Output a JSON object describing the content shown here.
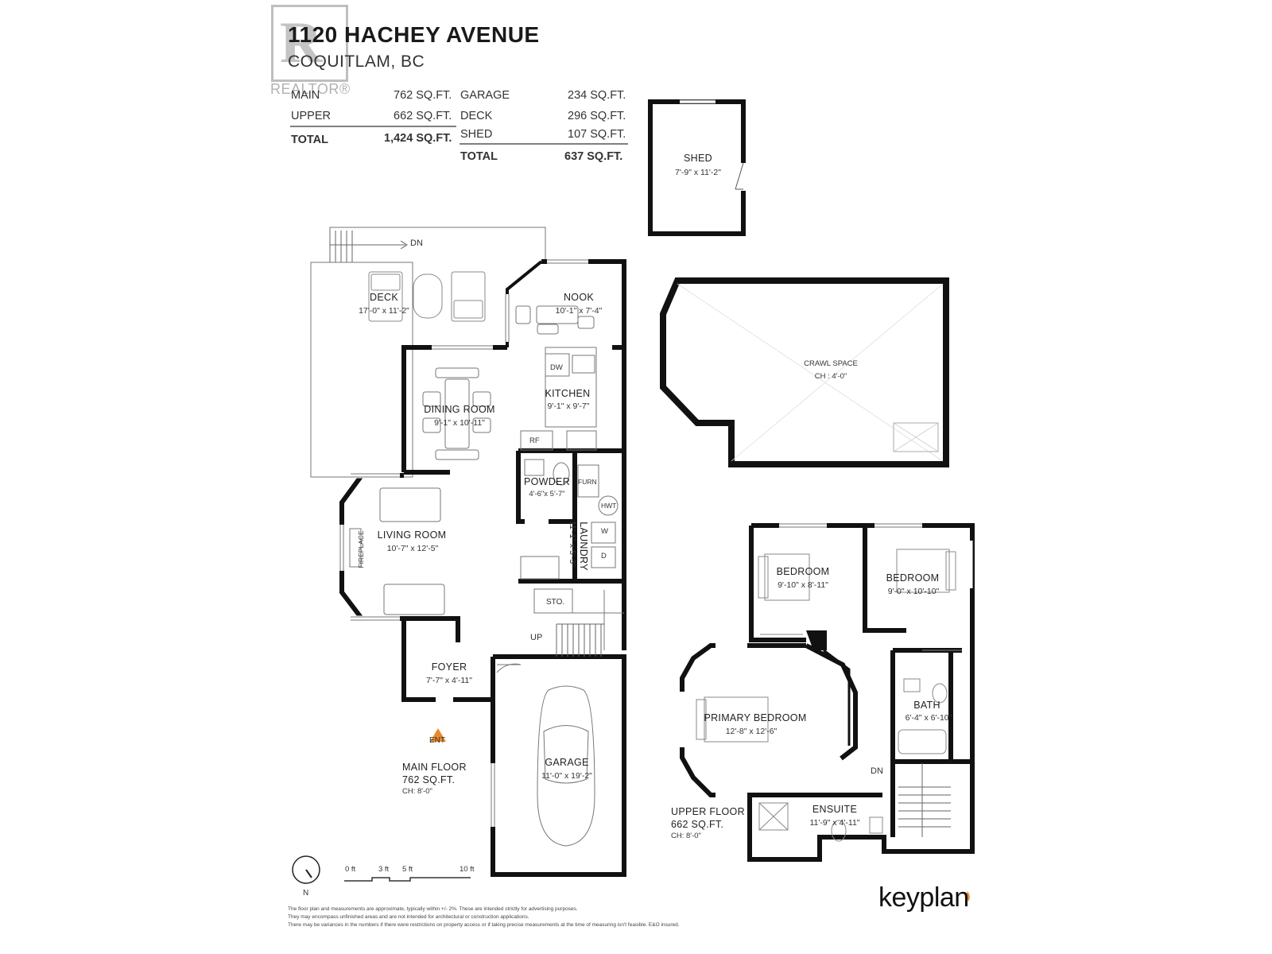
{
  "header": {
    "address": "1120 HACHEY AVENUE",
    "city": "COQUITLAM, BC",
    "watermark": "REALTOR®"
  },
  "areas_left": [
    {
      "label": "MAIN",
      "value": "762 SQ.FT."
    },
    {
      "label": "UPPER",
      "value": "662 SQ.FT."
    },
    {
      "label": "TOTAL",
      "value": "1,424 SQ.FT."
    }
  ],
  "areas_right": [
    {
      "label": "GARAGE",
      "value": "234 SQ.FT."
    },
    {
      "label": "DECK",
      "value": "296 SQ.FT."
    },
    {
      "label": "SHED",
      "value": "107 SQ.FT."
    },
    {
      "label": "TOTAL",
      "value": "637 SQ.FT."
    }
  ],
  "rooms": {
    "shed": {
      "name": "SHED",
      "dims": "7'-9\"  x  11'-2\""
    },
    "deck": {
      "name": "DECK",
      "dims": "17'-0\"  x  11'-2\""
    },
    "deck_dn": "DN",
    "nook": {
      "name": "NOOK",
      "dims": "10'-1\"  x  7'-4\""
    },
    "crawl": {
      "name": "CRAWL SPACE",
      "dims": "CH : 4'-0\""
    },
    "kitchen": {
      "name": "KITCHEN",
      "dims": "9'-1\"  x  9'-7\""
    },
    "dining": {
      "name": "DINING ROOM",
      "dims": "9'-1\"  x  10'-11\""
    },
    "powder": {
      "name": "POWDER",
      "dims": "4'-6\"x 5'-7\""
    },
    "laundry": {
      "name": "LAUNDRY",
      "dims": "11'-1\"  x  5'-3\""
    },
    "living": {
      "name": "LIVING ROOM",
      "dims": "10'-7\"  x  12'-5\""
    },
    "fireplace": "FIREPLACE",
    "sto": "STO.",
    "up": "UP",
    "foyer": {
      "name": "FOYER",
      "dims": "7'-7\"  x  4'-11\""
    },
    "garage": {
      "name": "GARAGE",
      "dims": "11'-0\"  x  19'-2\""
    },
    "bedroom1": {
      "name": "BEDROOM",
      "dims": "9'-10\"  x  8'-11\""
    },
    "bedroom2": {
      "name": "BEDROOM",
      "dims": "9'-0\"  x  10'-10\""
    },
    "bath": {
      "name": "BATH",
      "dims": "6'-4\"  x  6'-10\""
    },
    "primary": {
      "name": "PRIMARY BEDROOM",
      "dims": "12'-8\"  x  12'-6\""
    },
    "ensuite": {
      "name": "ENSUITE",
      "dims": "11'-9\"  x  4'-11\""
    },
    "upper_dn": "DN"
  },
  "fixtures": {
    "dw": "DW",
    "rf": "RF",
    "furn": "FURN",
    "hwt": "HWT",
    "w": "W",
    "d": "D"
  },
  "entrance": "ENT",
  "main_floor": {
    "name": "MAIN FLOOR",
    "area": "762 SQ.FT.",
    "ch": "CH: 8'-0\""
  },
  "upper_floor": {
    "name": "UPPER FLOOR",
    "area": "662 SQ.FT.",
    "ch": "CH: 8'-0\""
  },
  "compass": "N",
  "scale": [
    "0 ft",
    "3 ft",
    "5 ft",
    "10 ft"
  ],
  "disclaimer": [
    "The floor plan and measurements are approximate, typically within +/- 2%. These are intended strictly for advertising purposes.",
    "They may encompass unfinished areas and are not intended for architectural or construction applications.",
    "There may be variances in the numbers if there were restrictions on property access or if taking precise measurements at the time of measuring isn't feasible. E&O insured."
  ],
  "brand": "keyplan",
  "colors": {
    "wall": "#111111",
    "entrance": "#e8892b",
    "thin": "#555555"
  }
}
